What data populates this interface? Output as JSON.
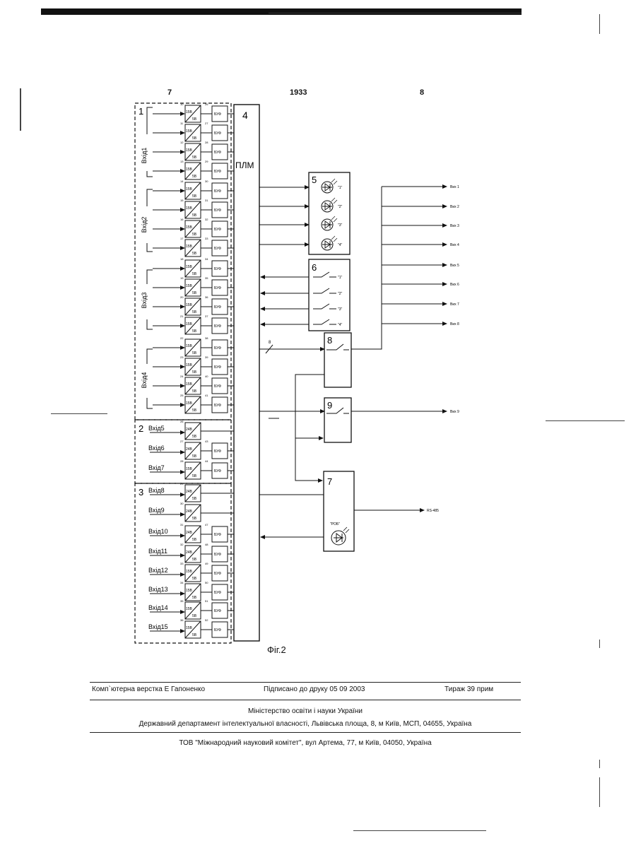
{
  "header": {
    "left_number": "7",
    "year": "1933",
    "right_number": "8"
  },
  "diagram": {
    "plm_label": "ПЛМ",
    "block_numbers": {
      "b1": "1",
      "b2": "2",
      "b3": "3",
      "b4": "4",
      "b5": "5",
      "b6": "6",
      "b7": "7",
      "b8": "8",
      "b9": "9"
    },
    "converter_label_top": "15В",
    "converter_label_bottom": "5В",
    "converter_label_top_24": "24В",
    "buffer_label": "БУФ",
    "group_labels": [
      "Вхід1",
      "Вхід2",
      "Вхід3",
      "Вхід4"
    ],
    "side_inputs": [
      "Вхід5",
      "Вхід6",
      "Вхід7",
      "Вхід8",
      "Вхід9",
      "Вхід10",
      "Вхід11",
      "Вхід12",
      "Вхід13",
      "Вхід14",
      "Вхід15"
    ],
    "outputs": [
      "Вих 1",
      "Вих 2",
      "Вих 3",
      "Вих 4",
      "Вих 5",
      "Вих 6",
      "Вих 7",
      "Вих 8",
      "Вих 9"
    ],
    "led_labels": [
      "\"1\"",
      "\"2\"",
      "\"3\"",
      "\"4\""
    ],
    "switch_labels": [
      "\"1\"",
      "\"2\"",
      "\"3\"",
      "\"4\""
    ],
    "rs_label": "RS-485",
    "rob_label": "\"РОБ\"",
    "bus_width": "8"
  },
  "figure_caption": "Фіг.2",
  "footer": {
    "typeset": "Комп`ютерна верстка Е  Гапоненко",
    "signed": "Підписано до друку 05 09 2003",
    "print_run": "Тираж 39 прим",
    "ministry": "Міністерство освіти і науки України",
    "department": "Державний департамент інтелектуальної власності, Львівська площа, 8, м  Київ, МСП, 04655, Україна",
    "company": "ТОВ \"Міжнародний науковий комітет\", вул  Артема, 77, м  Київ, 04050, Україна"
  }
}
